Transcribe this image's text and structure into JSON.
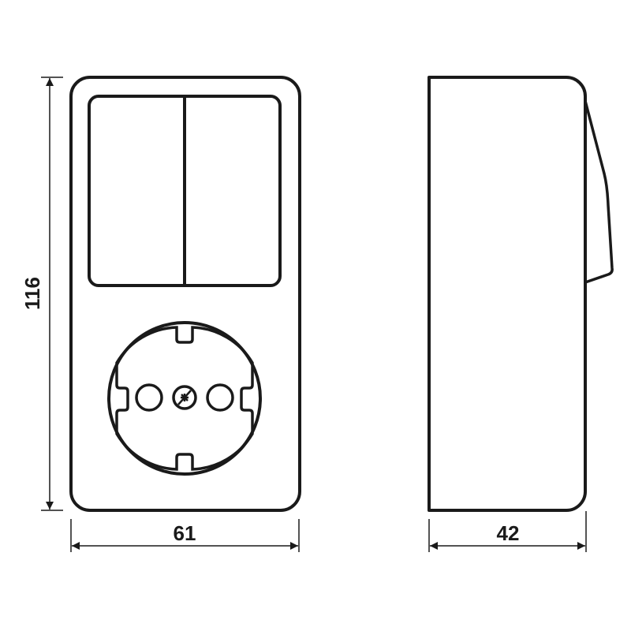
{
  "drawing": {
    "type": "technical dimension drawing",
    "subject": "surface-mounted combination: two-gang rocker switch above Schuko socket",
    "line_color": "#1a1a1a",
    "background": "#ffffff",
    "views": {
      "front": {
        "label": "front view",
        "elements": [
          "outer housing",
          "double rocker switch (left and right rockers)",
          "Schuko socket with two pin holes and center screw"
        ]
      },
      "side": {
        "label": "side view",
        "elements": [
          "housing profile",
          "protruding rocker profile"
        ]
      }
    },
    "dimensions": {
      "height": "116",
      "width": "61",
      "depth": "42"
    }
  }
}
